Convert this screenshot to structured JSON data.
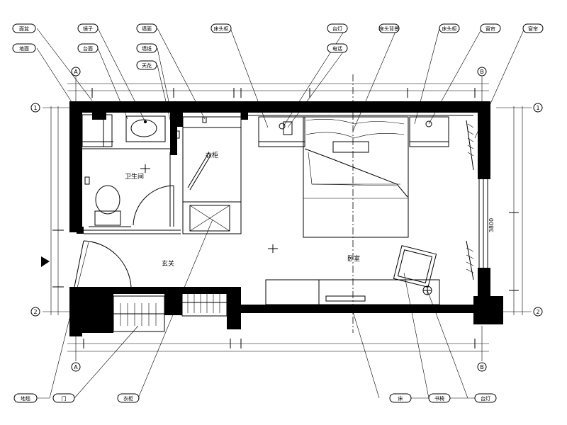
{
  "rooms": {
    "bathroom": "卫生间",
    "entry": "玄关",
    "bedroom": "卧室",
    "closet": "衣柜"
  },
  "dimension_right": "3800",
  "grid_left_upper": "1",
  "grid_left_lower": "2",
  "grid_right_upper": "1",
  "grid_right_lower": "2",
  "grid_top_left": "A",
  "grid_top_right": "B",
  "grid_bottom_left": "A",
  "grid_bottom_right": "B",
  "top_tags": [
    "面盆",
    "镜子",
    "墙面",
    "床头柜",
    "台灯",
    "床头背景",
    "床头柜",
    "窗帘",
    "窗帘"
  ],
  "top_tags_row2": [
    "地面",
    "台面",
    "墙纸",
    "电话"
  ],
  "top_tags_row3": [
    "天花"
  ],
  "bottom_tags": [
    "地毯",
    "门",
    "衣柜",
    "床",
    "书椅",
    "台灯"
  ]
}
